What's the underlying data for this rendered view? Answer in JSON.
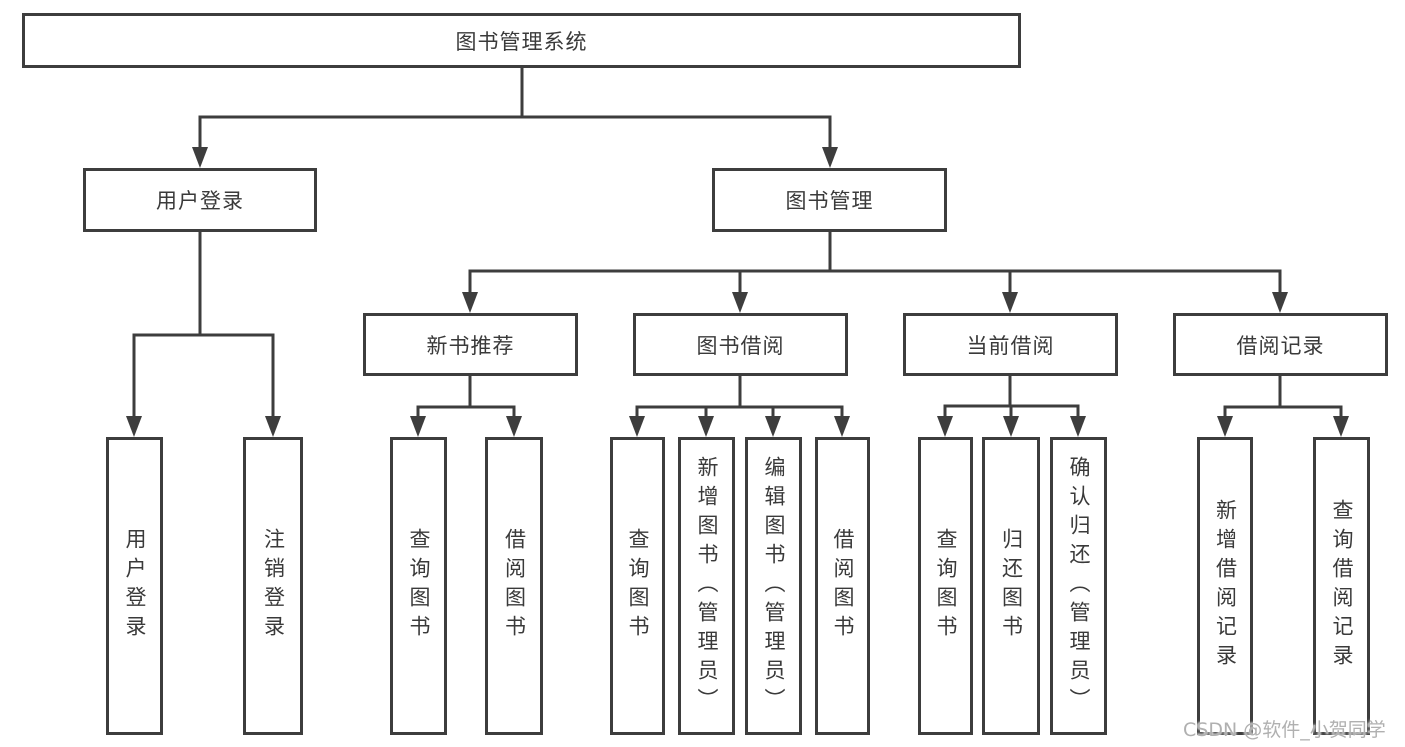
{
  "nodes": {
    "root": "图书管理系统",
    "user_login": "用户登录",
    "book_management": "图书管理",
    "new_book_recommendation": "新书推荐",
    "book_borrowing": "图书借阅",
    "current_borrowing": "当前借阅",
    "borrowing_records": "借阅记录",
    "leaf_user_login": "用户登录",
    "leaf_logout": "注销登录",
    "leaf_query_books_rec": "查询图书",
    "leaf_borrow_books_rec": "借阅图书",
    "leaf_query_books_borrow": "查询图书",
    "leaf_add_book_admin": "新增图书（管理员）",
    "leaf_edit_book_admin": "编辑图书（管理员）",
    "leaf_borrow_books_borrow": "借阅图书",
    "leaf_query_books_current": "查询图书",
    "leaf_return_book": "归还图书",
    "leaf_confirm_return_admin": "确认归还（管理员）",
    "leaf_add_borrow_record": "新增借阅记录",
    "leaf_query_borrow_record": "查询借阅记录"
  },
  "hierarchy": {
    "图书管理系统": {
      "用户登录": [
        "用户登录",
        "注销登录"
      ],
      "图书管理": {
        "新书推荐": [
          "查询图书",
          "借阅图书"
        ],
        "图书借阅": [
          "查询图书",
          "新增图书（管理员）",
          "编辑图书（管理员）",
          "借阅图书"
        ],
        "当前借阅": [
          "查询图书",
          "归还图书",
          "确认归还（管理员）"
        ],
        "借阅记录": [
          "新增借阅记录",
          "查询借阅记录"
        ]
      }
    }
  },
  "watermark": {
    "text": "CSDN @软件_小贺同学"
  },
  "colors": {
    "line": "#3d3d3d",
    "box_border": "#3d3d3d",
    "text": "#3a3a3a",
    "background": "#ffffff",
    "watermark": "#b0b0b0"
  }
}
